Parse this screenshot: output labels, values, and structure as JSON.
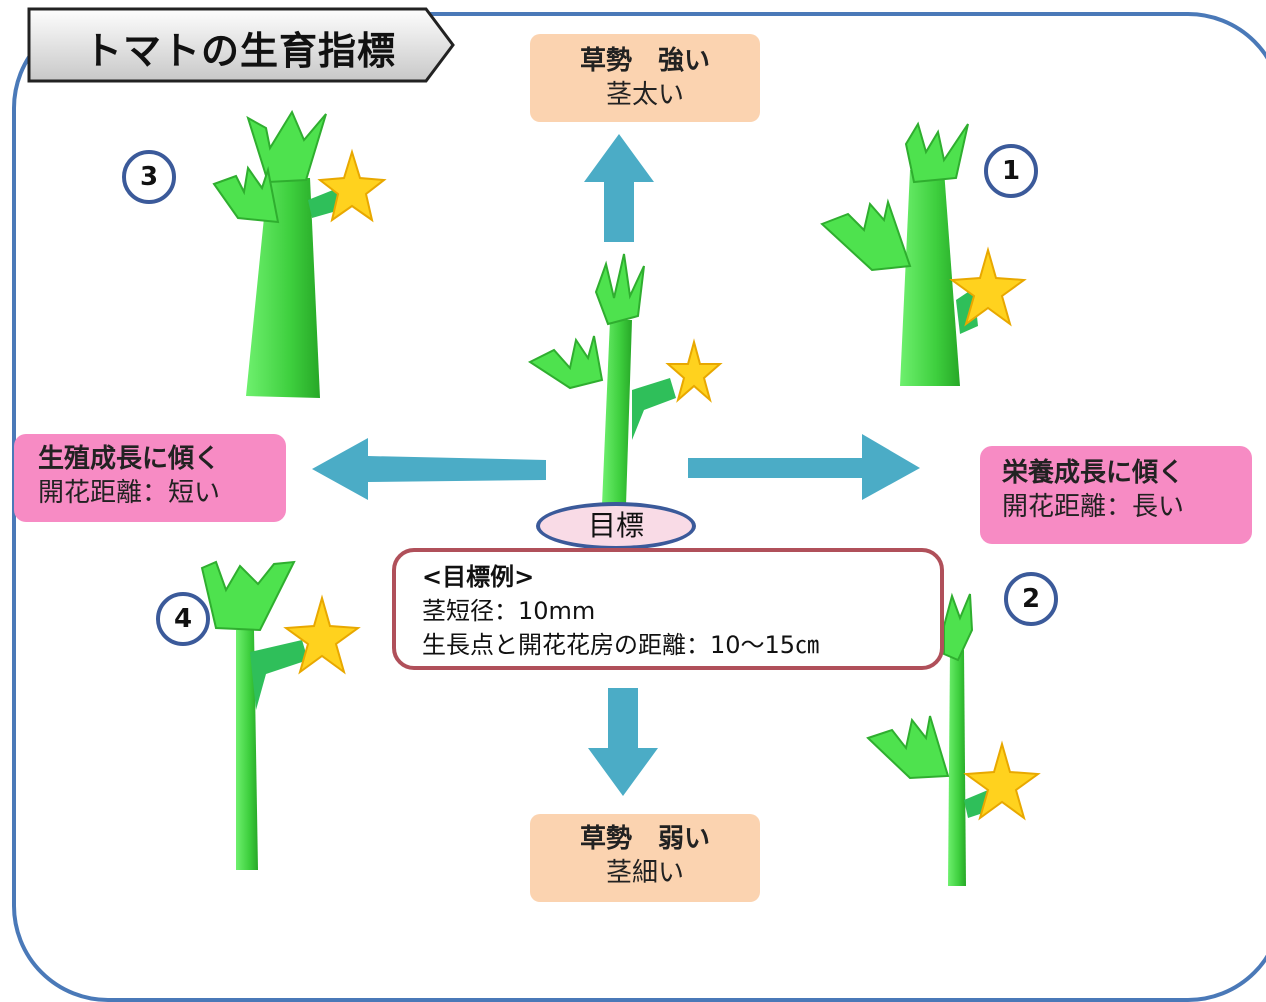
{
  "title": "トマトの生育指標",
  "top_box": {
    "title": "草勢　強い",
    "sub": "茎太い"
  },
  "bottom_box": {
    "title": "草勢　弱い",
    "sub": "茎細い"
  },
  "left_box": {
    "title": "生殖成長に傾く",
    "sub": "開花距離：短い"
  },
  "right_box": {
    "title": "栄養成長に傾く",
    "sub": "開花距離：長い"
  },
  "target_label": "目標",
  "example": {
    "title": "<目標例>",
    "line1": "茎短径：10mm",
    "line2": "生長点と開花花房の距離：10〜15㎝"
  },
  "badges": {
    "b1": "1",
    "b2": "2",
    "b3": "3",
    "b4": "4"
  },
  "colors": {
    "frame": "#4a79b8",
    "arrow": "#4bacc6",
    "peach_box": "#fbd3b0",
    "pink_box": "#f78bc4",
    "plant_green": "#3ecf3e",
    "flower_yellow": "#ffd21e",
    "example_border": "#b0505a"
  }
}
